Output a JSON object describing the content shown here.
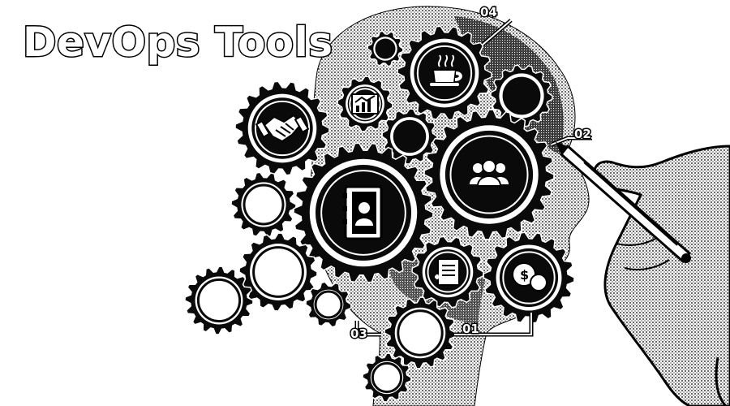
{
  "title": "DevOps Tools",
  "callouts": {
    "c04": "04",
    "c02": "02",
    "c03": "03",
    "c01": "01"
  },
  "icons": [
    "handshake-icon",
    "growth-chart-icon",
    "coffee-cup-icon",
    "team-icon",
    "contact-book-icon",
    "document-icon",
    "money-chat-icon",
    "hand-with-pen-icon"
  ],
  "colors": {
    "ink": "#0a0a0a",
    "paper": "#ffffff"
  }
}
